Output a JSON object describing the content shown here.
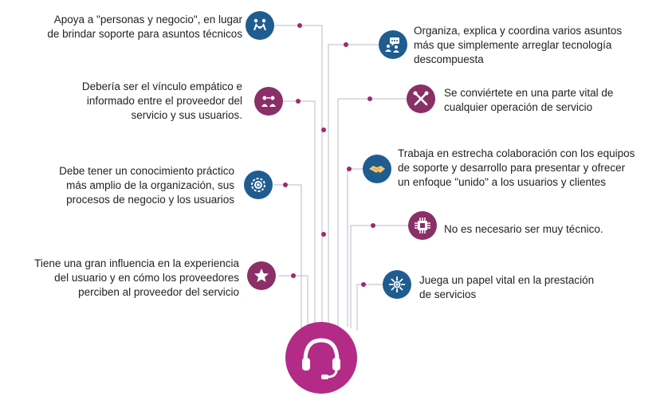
{
  "left_items": [
    {
      "lines": [
        "Apoya a \"personas y negocio\", en lugar",
        "de brindar soporte para asuntos técnicos"
      ],
      "icon": "support-people-icon",
      "color": "blue"
    },
    {
      "lines": [
        "Debería ser el vínculo empático e",
        "informado entre el proveedor del",
        "servicio y sus usuarios."
      ],
      "icon": "link-users-icon",
      "color": "purple"
    },
    {
      "lines": [
        "Debe tener un conocimiento práctico",
        "más amplio de la organización, sus",
        "procesos de negocio y los usuarios"
      ],
      "icon": "organization-gear-icon",
      "color": "blue"
    },
    {
      "lines": [
        "Tiene una gran influencia en la experiencia",
        "del usuario y en cómo los proveedores",
        "perciben al proveedor del servicio"
      ],
      "icon": "star-icon",
      "color": "purple"
    }
  ],
  "right_items": [
    {
      "lines": [
        "Organiza, explica y coordina varios asuntos",
        "más que simplemente arreglar tecnología",
        "descompuesta"
      ],
      "icon": "coordination-chat-icon",
      "color": "blue"
    },
    {
      "lines": [
        "Se conviértete en una parte vital de",
        "cualquier operación de servicio"
      ],
      "icon": "tools-icon",
      "color": "purple"
    },
    {
      "lines": [
        "Trabaja en estrecha colaboración con los equipos",
        "de soporte y desarrollo para presentar y ofrecer",
        "un enfoque \"unido\" a los usuarios y clientes"
      ],
      "icon": "handshake-icon",
      "color": "blue"
    },
    {
      "lines": [
        "No es necesario ser muy técnico."
      ],
      "icon": "chip-icon",
      "color": "purple"
    },
    {
      "lines": [
        "Juega un papel vital en la prestación",
        "de servicios"
      ],
      "icon": "service-network-icon",
      "color": "blue"
    }
  ],
  "hub": {
    "icon": "headset-icon"
  },
  "colors": {
    "blue": "#1f5c8f",
    "purple": "#8a2f68",
    "hub": "#b32b87",
    "line": "#b8b8c8",
    "dot": "#a0286f"
  }
}
